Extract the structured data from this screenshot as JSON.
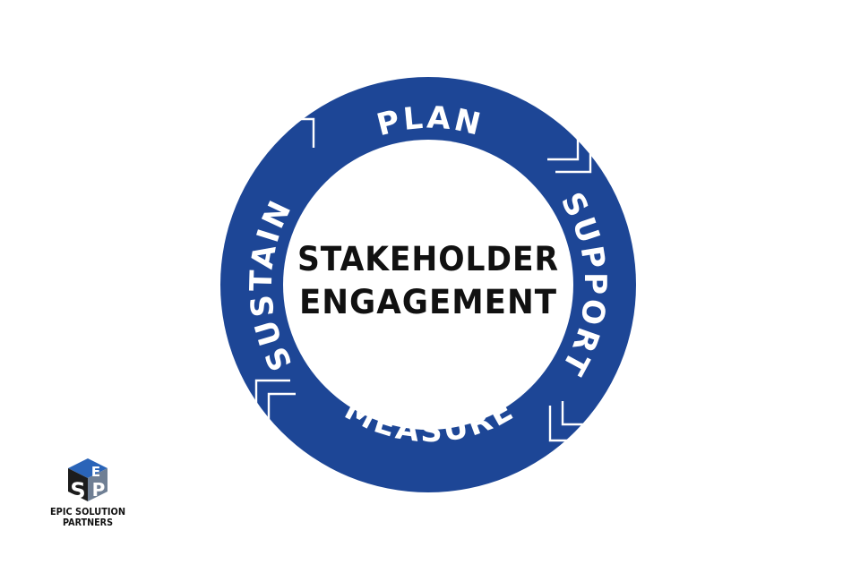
{
  "diagram": {
    "center": {
      "line1": "STAKEHOLDER",
      "line2": "ENGAGEMENT"
    },
    "stages": [
      {
        "id": "plan",
        "label": "PLAN"
      },
      {
        "id": "support",
        "label": "SUPPORT"
      },
      {
        "id": "measure",
        "label": "MEASURE"
      },
      {
        "id": "sustain",
        "label": "SUSTAIN"
      }
    ],
    "colors": {
      "ring": "#1d4696",
      "ring_text": "#ffffff",
      "center_text": "#111111",
      "background": "#ffffff"
    }
  },
  "logo": {
    "letters": [
      "E",
      "S",
      "P"
    ],
    "line1": "EPIC SOLUTION",
    "line2": "PARTNERS"
  }
}
